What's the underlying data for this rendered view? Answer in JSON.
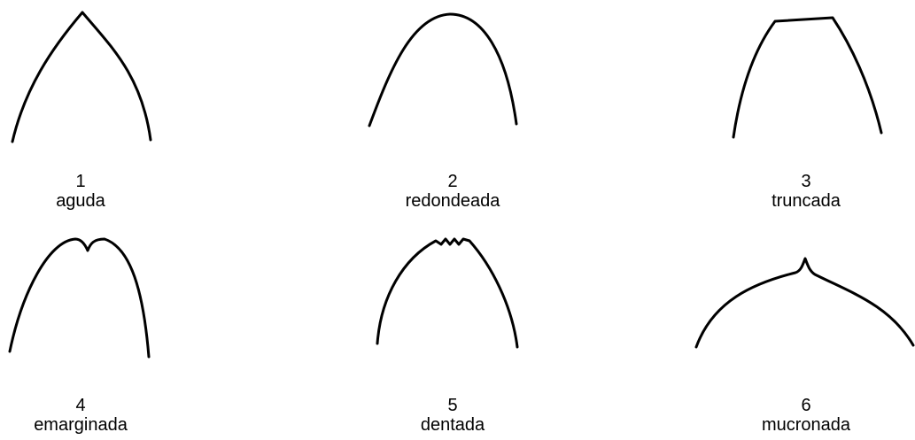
{
  "shapes": [
    {
      "number": "1",
      "name": "aguda"
    },
    {
      "number": "2",
      "name": "redondeada"
    },
    {
      "number": "3",
      "name": "truncada"
    },
    {
      "number": "4",
      "name": "emarginada"
    },
    {
      "number": "5",
      "name": "dentada"
    },
    {
      "number": "6",
      "name": "mucronada"
    }
  ],
  "line_color": "#000000"
}
